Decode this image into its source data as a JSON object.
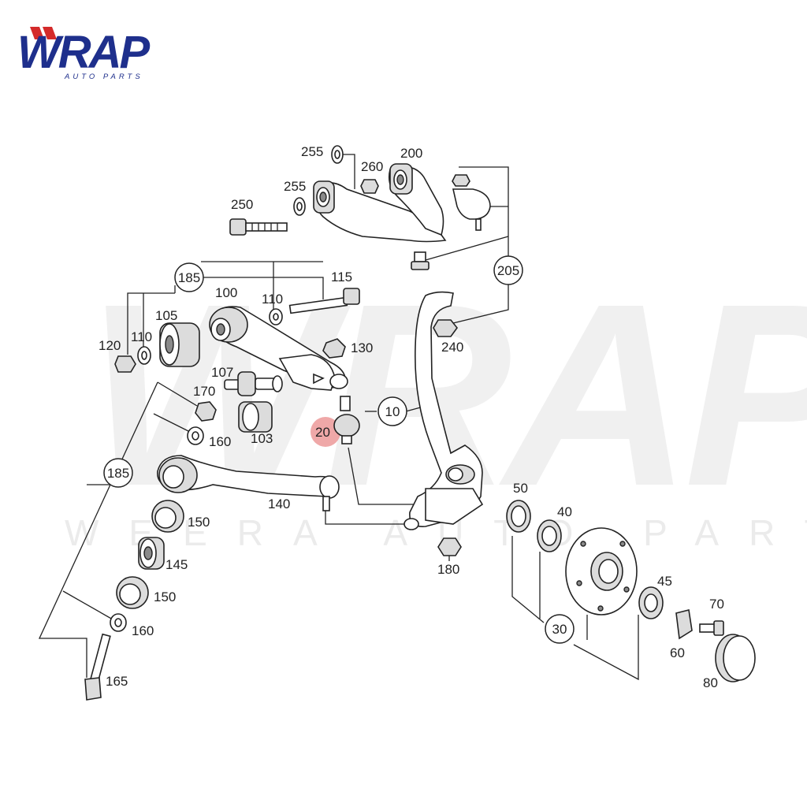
{
  "brand": {
    "logo_text": "WRAP",
    "tagline": "AUTO PARTS",
    "primary_color": "#1e2f8c",
    "accent_color": "#d42a2a"
  },
  "watermark": {
    "logo_text": "WRAP",
    "text": "WEERA AUTO PARTS",
    "color": "#e9e9e9"
  },
  "highlight": {
    "label": "20",
    "color": "#e98b8b"
  },
  "callouts": [
    {
      "id": "c185a",
      "label": "185"
    },
    {
      "id": "c185b",
      "label": "185"
    },
    {
      "id": "c205",
      "label": "205"
    },
    {
      "id": "c10",
      "label": "10"
    },
    {
      "id": "c30",
      "label": "30"
    }
  ],
  "labels": {
    "p255a": "255",
    "p260": "260",
    "p200": "200",
    "p250": "250",
    "p255b": "255",
    "p115": "115",
    "p100": "100",
    "p110a": "110",
    "p105": "105",
    "p120": "120",
    "p110b": "110",
    "p130": "130",
    "p240": "240",
    "p107": "107",
    "p170": "170",
    "p160a": "160",
    "p103": "103",
    "p140": "140",
    "p150a": "150",
    "p145": "145",
    "p150b": "150",
    "p160b": "160",
    "p165": "165",
    "p180": "180",
    "p50": "50",
    "p40": "40",
    "p45": "45",
    "p70": "70",
    "p60": "60",
    "p80": "80"
  }
}
